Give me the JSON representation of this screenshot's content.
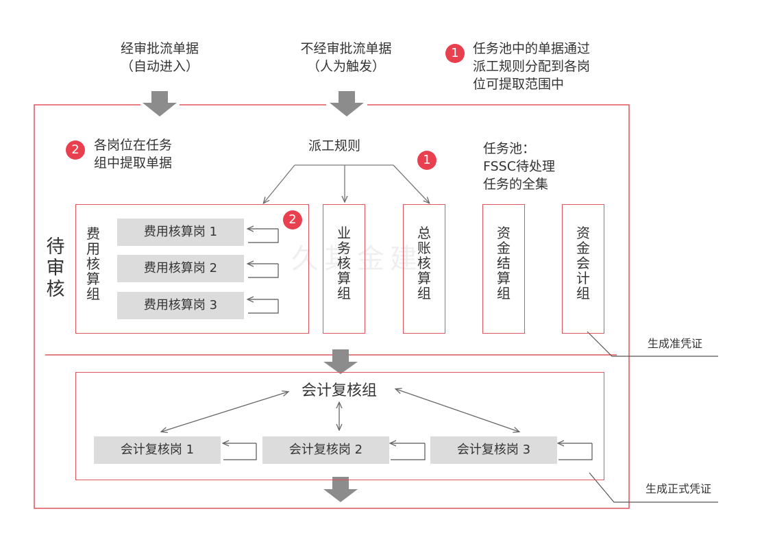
{
  "colors": {
    "accent_red": "#e0525c",
    "badge_red": "#e8404e",
    "grey_box": "#dcdcdc",
    "arrow_grey": "#8c8c8c"
  },
  "top": {
    "approved_docs": {
      "line1": "经审批流单据",
      "line2": "（自动进入）"
    },
    "non_approved_docs": {
      "line1": "不经审批流单据",
      "line2": "（人为触发）"
    },
    "note1": {
      "badge": "1",
      "lines": [
        "任务池中的单据通过",
        "派工规则分配到各岗",
        "位可提取范围中"
      ]
    }
  },
  "pending": {
    "label": "待审核",
    "note2": {
      "badge": "2",
      "lines": [
        "各岗位在任务",
        "组中提取单据"
      ]
    },
    "dispatch_rule": "派工规则",
    "dispatch_badge": "1",
    "task_pool": {
      "lines": [
        "任务池：",
        "FSSC待处理",
        "任务的全集"
      ]
    },
    "expense_group": {
      "title": "费用核算组",
      "badge": "2",
      "posts": [
        "费用核算岗 1",
        "费用核算岗 2",
        "费用核算岗 3"
      ]
    },
    "groups": [
      "业务核算组",
      "总账核算组",
      "资金结算组",
      "资金会计组"
    ]
  },
  "review": {
    "title": "会计复核组",
    "posts": [
      "会计复核岗 1",
      "会计复核岗 2",
      "会计复核岗 3"
    ]
  },
  "outputs": {
    "pre_voucher": "生成准凭证",
    "formal_voucher": "生成正式凭证"
  },
  "watermark": "久其金建"
}
